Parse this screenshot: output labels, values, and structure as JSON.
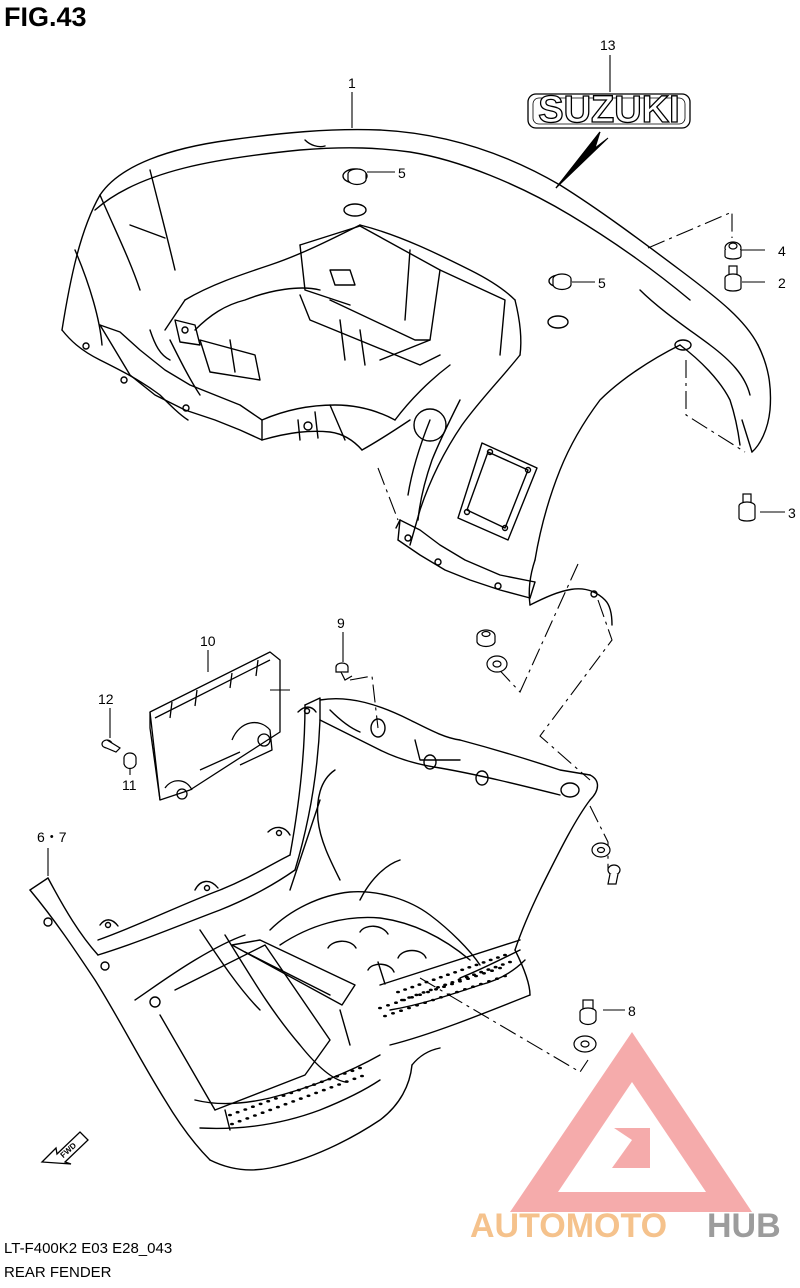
{
  "figure": {
    "title": "FIG.43",
    "code": "LT-F400K2 E03 E28_043",
    "name": "REAR FENDER"
  },
  "callouts": {
    "c1": "1",
    "c2": "2",
    "c3": "3",
    "c4": "4",
    "c5a": "5",
    "c5b": "5",
    "c67": "6・7",
    "c8": "8",
    "c9": "9",
    "c10": "10",
    "c11": "11",
    "c12": "12",
    "c13": "13"
  },
  "emblem_text": "SUZUKI",
  "direction_mark": "FWD",
  "watermark": {
    "part1": "AUTOMOTO",
    "part2": "HUB",
    "colors": {
      "triangle": "#f28c8c",
      "part1": "#f5c28c",
      "part2": "#9c9c9c"
    }
  }
}
